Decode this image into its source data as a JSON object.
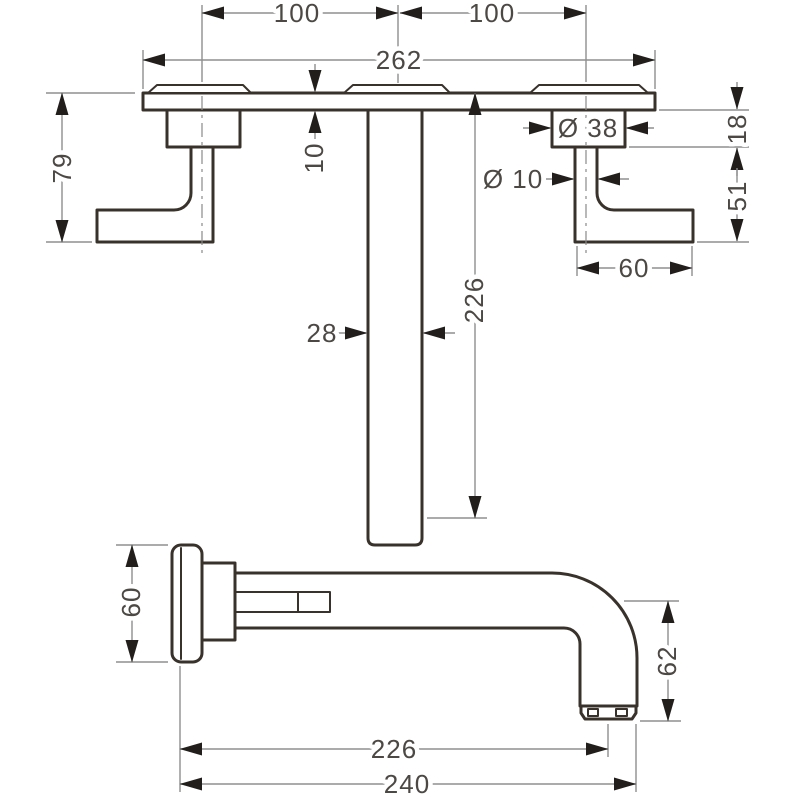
{
  "dims": {
    "d100_left": "100",
    "d100_right": "100",
    "d262": "262",
    "d79": "79",
    "d10_plate": "10",
    "d38_dia": "Ø 38",
    "d10_dia": "Ø 10",
    "d18": "18",
    "d51": "51",
    "d60_handle": "60",
    "d28": "28",
    "d226_side": "226",
    "d60_flange": "60",
    "d62": "62",
    "d226_bottom": "226",
    "d240": "240"
  },
  "colors": {
    "object_line": "#38322b",
    "dimension_line": "#8f8f8f",
    "arrowhead": "#211e1b",
    "text": "#4c4844",
    "background": "#ffffff"
  }
}
